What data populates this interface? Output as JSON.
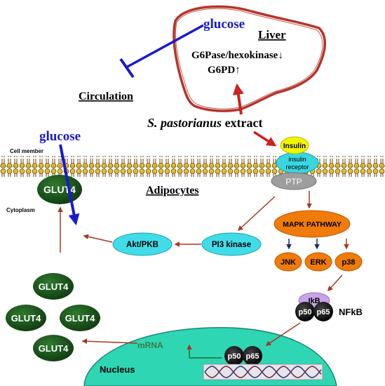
{
  "labels": {
    "glucose_top": "glucose",
    "liver": "Liver",
    "enzymes_line1": "G6Pase/hexokinase↓",
    "enzymes_line2": "G6PD↑",
    "circulation": "Circulation",
    "extract_italic": "S. pastorianus",
    "extract_rest": " extract",
    "glucose_left": "glucose",
    "cell_member": "Cell member",
    "adipocytes": "Adipocytes",
    "cytoplasm": "Cytoplasm",
    "nucleus": "Nucleus",
    "nfkb": "NFkB",
    "mrna": "mRNA"
  },
  "nodes": {
    "insulin": "Insulin",
    "insulin_receptor_line1": "insulin",
    "insulin_receptor_line2": "receptor",
    "ptp": "PTP",
    "mapk": "MAPK PATHWAY",
    "jnk": "JNK",
    "erk": "ERK",
    "p38": "p38",
    "pi3k": "PI3 kinase",
    "akt": "Akt/PKB",
    "ikb": "IkB",
    "p50": "p50",
    "p65": "p65",
    "p50_nucleus": "p50",
    "p65_nucleus": "p65",
    "glut4_membrane": "GLUT4",
    "glut4_cluster": [
      "GLUT4",
      "GLUT4",
      "GLUT4",
      "GLUT4"
    ]
  },
  "colors": {
    "liver_outline": "#b5342a",
    "glucose_blue": "#1a1acc",
    "dark_red_arrow": "#a33a1e",
    "nucleus_fill": "#2fd6b4",
    "glut4_fill": "#1f5a1f",
    "insulin_yellow": "#f4f400",
    "receptor_cyan": "#3ad6e0",
    "ptp_gray": "#9e9e9e",
    "mapk_orange": "#f07a0a",
    "pi3k_cyan": "#40dde8",
    "ikb_purple": "#c7a4e6",
    "membrane_brown": "#8a5a16",
    "membrane_gold": "#e0c030"
  }
}
